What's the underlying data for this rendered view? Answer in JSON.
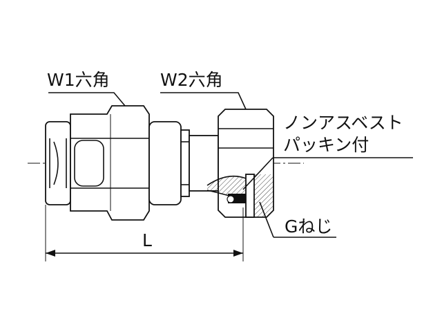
{
  "labels": {
    "w1": "W1六角",
    "w2": "W2六角",
    "packing_line1": "ノンアスベスト",
    "packing_line2": "パッキン付",
    "g_thread": "Gねじ",
    "length": "L"
  }
}
